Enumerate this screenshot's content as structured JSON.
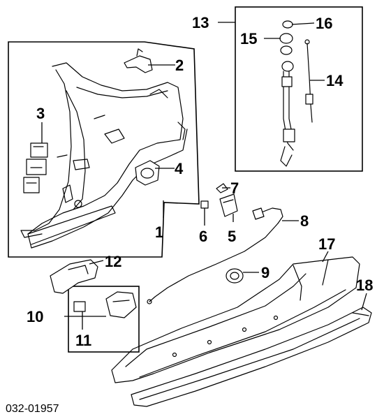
{
  "diagram": {
    "callouts": [
      "1",
      "2",
      "3",
      "4",
      "5",
      "6",
      "7",
      "8",
      "9",
      "10",
      "11",
      "12",
      "13",
      "14",
      "15",
      "16",
      "17",
      "18"
    ],
    "diagram_code": "032-01957"
  }
}
